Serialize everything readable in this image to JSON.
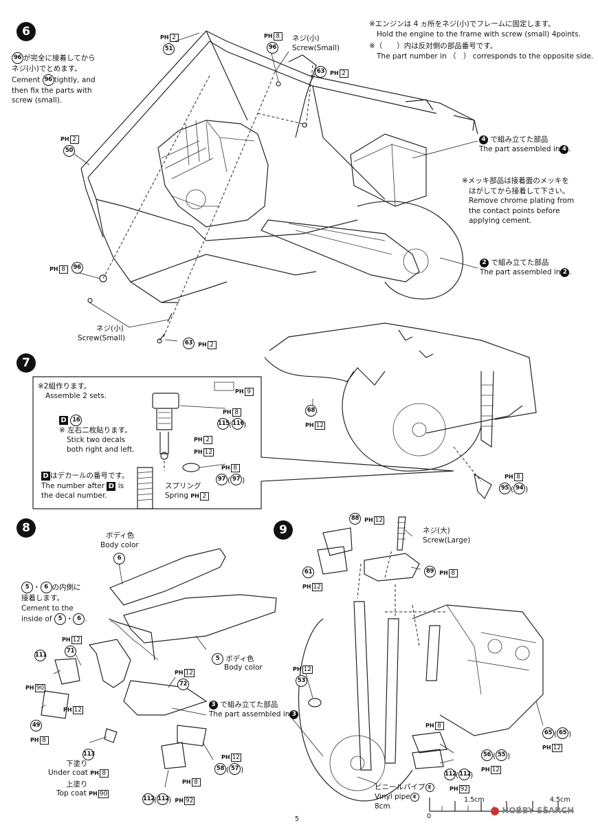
{
  "page_number": "5",
  "watermark": "HOBBY SEARCH",
  "step6": {
    "number": "6",
    "note_jp": "※エンジンは 4 ヵ所をネジ(小)でフレームに固定します。",
    "note_en": "Hold the engine to the frame with screw (small) 4points.",
    "note2_jp": "※（　　）内は反対側の部品番号です。",
    "note2_en": "The part number in （　） corresponds to the opposite side.",
    "cement_jp_1": "が完全に接着してから",
    "cement_jp_2": "ネジ(小)でとめます。",
    "cement_en_1": "Cement",
    "cement_en_1b": "tightly, and",
    "cement_en_2": "then fix the parts with",
    "cement_en_3": "screw (small).",
    "cement_ref": "96",
    "screw_top_jp": "ネジ(小)",
    "screw_top_en": "Screw(Small)",
    "screw_bot_jp": "ネジ(小)",
    "screw_bot_en": "Screw(Small)",
    "asm4_jp": "で組み立てた部品",
    "asm4_en": "The part assembled in",
    "asm4_ref": "4",
    "chrome_jp_1": "※メッキ部品は接着面のメッキを",
    "chrome_jp_2": "はがしてから接着して下さい。",
    "chrome_en_1": "Remove chrome plating from",
    "chrome_en_2": "the contact points before",
    "chrome_en_3": "applying cement.",
    "asm2_jp": "で組み立てた部品",
    "asm2_en": "The part assembled in",
    "asm2_ref": "2",
    "parts": {
      "p51": "51",
      "p51_ph": "2",
      "p96a": "96",
      "p96a_ph": "8",
      "p63a": "63",
      "p63a_ph": "2",
      "p50": "50",
      "p50_ph": "2",
      "p96b": "96",
      "p96b_ph": "8",
      "p63b": "63",
      "p63b_ph": "2"
    }
  },
  "step7": {
    "number": "7",
    "assemble_jp": "※2組作ります。",
    "assemble_en": "Assemble 2 sets.",
    "decal_ref": "16",
    "decal_letter": "D",
    "stick_jp": "※ 左右二枚貼ります。",
    "stick_en_1": "Stick two decals",
    "stick_en_2": "both right and left.",
    "decal_note_jp": "はデカールの番号です。",
    "decal_note_en_1": "The number after",
    "decal_note_en_1b": "is",
    "decal_note_en_2": "the decal number.",
    "spring_jp": "スプリング",
    "spring_en": "Spring",
    "parts": {
      "swatch_ph": "9",
      "p115": "115",
      "p116": "116",
      "p115_ph": "8",
      "ph2": "2",
      "ph12": "12",
      "p97": "97",
      "p97b": "97",
      "p97_ph": "8",
      "spring_ph": "2",
      "p68": "68",
      "p68_ph": "12",
      "p95": "95",
      "p94": "94",
      "p95_ph": "8"
    }
  },
  "step8": {
    "number": "8",
    "body_color_jp": "ボディ色",
    "body_color_en": "Body color",
    "p6": "6",
    "inside_jp_1": "・",
    "inside_jp_1b": "の内側に",
    "inside_jp_2": "接着します。",
    "inside_en_1": "Cement to the",
    "inside_en_2": "inside of",
    "p5": "5",
    "body_color2_jp": "ボディ色",
    "body_color2_en": "Body color",
    "asm3_jp": "で組み立てた部品",
    "asm3_en": "The part assembled in",
    "asm3_ref": "3",
    "under_jp": "下塗り",
    "under_en": "Under coat",
    "top_jp": "上塗り",
    "top_en": "Top coat",
    "parts": {
      "p71": "71",
      "p71_ph": "12",
      "p111": "111",
      "p111_ph": "90",
      "ph12b": "12",
      "p72": "72",
      "p72_ph": "12",
      "p49": "49",
      "p49_ph": "8",
      "p113": "113",
      "under_ph": "8",
      "top_ph": "90",
      "p58": "58",
      "p57": "57",
      "p58_ph": "12",
      "ph8c": "8",
      "p112": "112",
      "p112b": "112",
      "p112_ph": "92"
    }
  },
  "step9": {
    "number": "9",
    "screw_jp": "ネジ(大)",
    "screw_en": "Screw(Large)",
    "vinyl_jp": "ビニールパイプ",
    "vinyl_en": "Vinyl pipe",
    "vinyl_len": "8cm",
    "vinyl_letter": "E",
    "scale_a": "1.5cm",
    "scale_b": "4.5cm",
    "scale_0": "0",
    "parts": {
      "p88": "88",
      "p88_ph": "12",
      "p61": "61",
      "p61_ph": "12",
      "p89": "89",
      "p89_ph": "8",
      "p53": "53",
      "p53_ph": "12",
      "p65": "65",
      "p65b": "65",
      "p65_ph": "12",
      "ph8d": "8",
      "p56": "56",
      "p55": "55",
      "p56_ph": "12",
      "p112": "112",
      "p112b": "112",
      "p112_ph": "92"
    }
  }
}
